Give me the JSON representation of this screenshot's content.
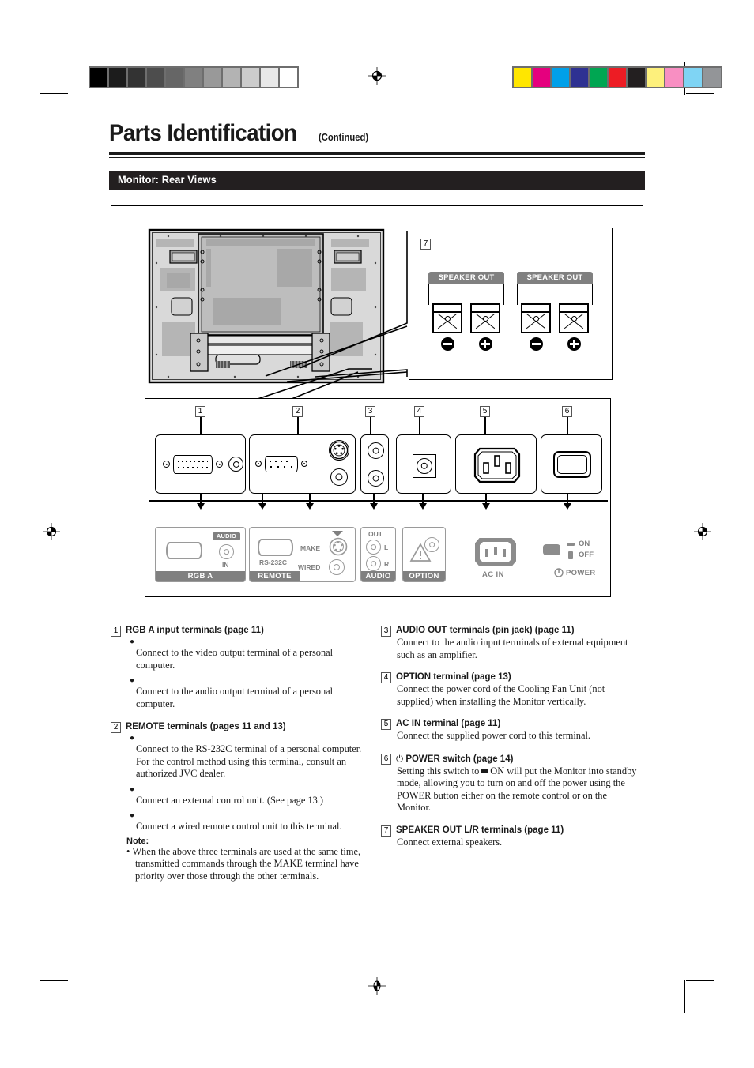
{
  "print_marks": {
    "gray_wedge": [
      "#000000",
      "#1c1c1c",
      "#333333",
      "#4d4d4d",
      "#666666",
      "#808080",
      "#999999",
      "#b3b3b3",
      "#cccccc",
      "#e8e8e8",
      "#ffffff"
    ],
    "color_bar": [
      "#ffe600",
      "#e5007e",
      "#00a0e9",
      "#2e3192",
      "#00a652",
      "#ed1c24",
      "#231f20",
      "#fdf07c",
      "#f88fc2",
      "#7fd4f4",
      "#939598"
    ]
  },
  "header": {
    "title": "Parts Identification",
    "title_suffix": "(Continued)",
    "section_title": "Monitor: Rear Views"
  },
  "figure": {
    "speaker_inset": {
      "callout": "7",
      "groups": [
        {
          "label": "SPEAKER OUT",
          "terminals": [
            {
              "polarity": "minus"
            },
            {
              "polarity": "plus"
            }
          ]
        },
        {
          "label": "SPEAKER OUT",
          "terminals": [
            {
              "polarity": "minus"
            },
            {
              "polarity": "plus"
            }
          ]
        }
      ]
    },
    "connector_callouts": [
      "1",
      "2",
      "3",
      "4",
      "5",
      "6"
    ],
    "terminal_strip": [
      {
        "name": "RGB A",
        "sub_tag": "AUDIO",
        "sub_label": "IN"
      },
      {
        "name": "REMOTE",
        "connector_label": "RS-232C",
        "make_label": "MAKE",
        "wired_label": "WIRED"
      },
      {
        "name": "AUDIO",
        "out_label": "OUT",
        "channels": [
          "L",
          "R"
        ]
      },
      {
        "name": "OPTION"
      },
      {
        "name": "AC IN"
      },
      {
        "name": "POWER",
        "on_label": "ON",
        "off_label": "OFF"
      }
    ]
  },
  "descriptions": {
    "left": [
      {
        "num": "1",
        "heading": "RGB A input terminals (page 11)",
        "bullets": [
          "Connect to the video output terminal of a personal computer.",
          "Connect to the audio output terminal of a personal computer."
        ]
      },
      {
        "num": "2",
        "heading": "REMOTE terminals (pages 11 and 13)",
        "bullets": [
          "Connect to the RS-232C terminal of a personal computer. For the control method using this terminal, consult an authorized JVC dealer.",
          "Connect an external control unit. (See page 13.)",
          "Connect a wired remote control unit to this terminal."
        ],
        "note_heading": "Note:",
        "note_text": "When the above three terminals are used at the same time, transmitted commands through the MAKE terminal have priority over those through the other terminals."
      }
    ],
    "right": [
      {
        "num": "3",
        "heading": "AUDIO OUT terminals (pin jack) (page 11)",
        "body": "Connect to the audio input terminals of external equipment such as an amplifier."
      },
      {
        "num": "4",
        "heading": "OPTION terminal (page 13)",
        "body": "Connect the power cord of the Cooling Fan Unit (not supplied) when installing the Monitor vertically."
      },
      {
        "num": "5",
        "heading": "AC IN terminal (page 11)",
        "body": "Connect the supplied power cord to this terminal."
      },
      {
        "num": "6",
        "heading_prefix": "⏻",
        "heading": "POWER switch (page 14)",
        "body_part1": "Setting this switch to",
        "body_part2": "ON will put the Monitor into standby mode, allowing you to turn on and off the power using the POWER button either on the remote control or on the Monitor."
      },
      {
        "num": "7",
        "heading": "SPEAKER OUT L/R terminals (page 11)",
        "body": "Connect external speakers."
      }
    ]
  }
}
